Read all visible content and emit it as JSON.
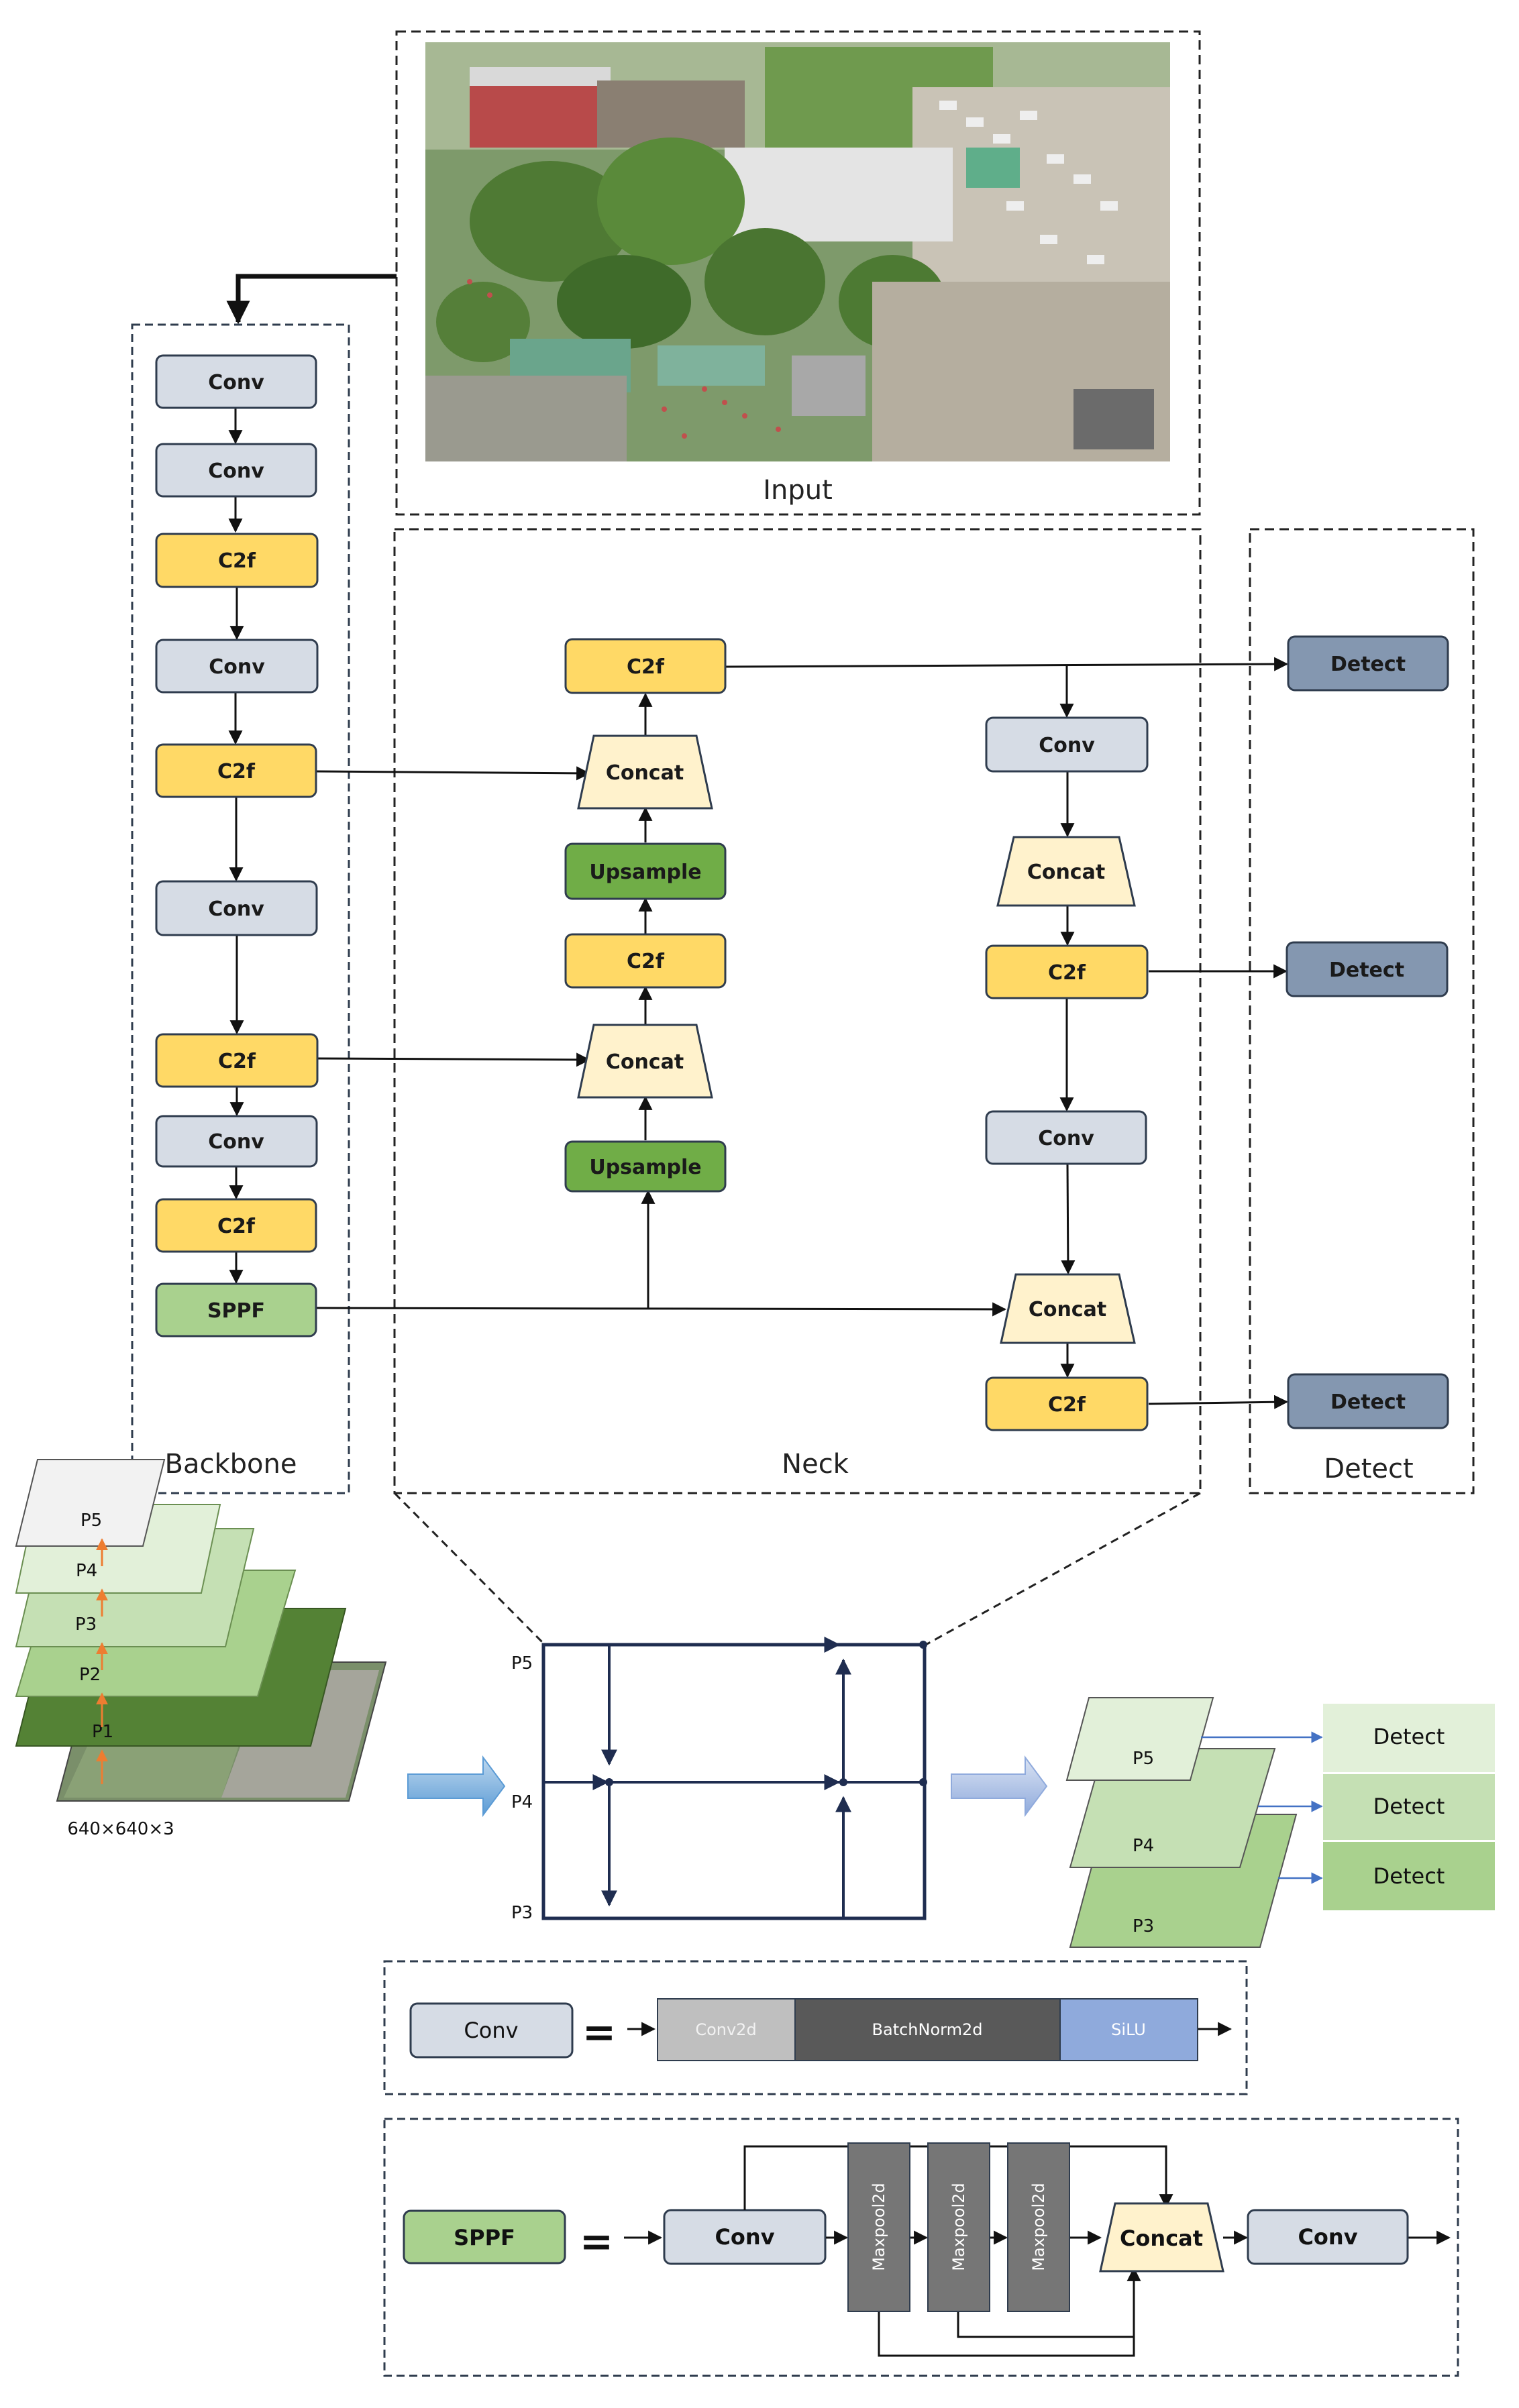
{
  "input": {
    "label": "Input"
  },
  "backbone": {
    "label": "Backbone",
    "blocks": [
      "Conv",
      "Conv",
      "C2f",
      "Conv",
      "C2f",
      "Conv",
      "C2f",
      "Conv",
      "C2f",
      "SPPF"
    ]
  },
  "neck": {
    "label": "Neck",
    "top_down": [
      "C2f",
      "Concat",
      "Upsample",
      "C2f",
      "Concat",
      "Upsample"
    ],
    "bottom_up": [
      "Conv",
      "Concat",
      "C2f",
      "Conv",
      "Concat",
      "C2f"
    ]
  },
  "detect": {
    "label": "Detect",
    "heads": [
      "Detect",
      "Detect",
      "Detect"
    ]
  },
  "pyramid": {
    "levels": [
      "P5",
      "P4",
      "P3",
      "P2",
      "P1"
    ],
    "size_label": "640×640×3"
  },
  "fpn": {
    "levels": [
      "P5",
      "P4",
      "P3"
    ]
  },
  "outputs": {
    "levels": [
      "P5",
      "P4",
      "P3"
    ],
    "heads": [
      "Detect",
      "Detect",
      "Detect"
    ]
  },
  "conv_def": {
    "name": "Conv",
    "equals": "=",
    "parts": [
      "Conv2d",
      "BatchNorm2d",
      "SiLU"
    ]
  },
  "sppf_def": {
    "name": "SPPF",
    "equals": "=",
    "conv_in": "Conv",
    "pools": [
      "Maxpool2d",
      "Maxpool2d",
      "Maxpool2d"
    ],
    "concat": "Concat",
    "conv_out": "Conv"
  },
  "colors": {
    "conv": "#d6dce5",
    "c2f": "#ffd966",
    "sppf": "#a9d18e",
    "upsample": "#70ad47",
    "concat": "#fff2cc",
    "detect": "#8497b0",
    "pool": "#767676",
    "outline": "#2f3c4e"
  }
}
